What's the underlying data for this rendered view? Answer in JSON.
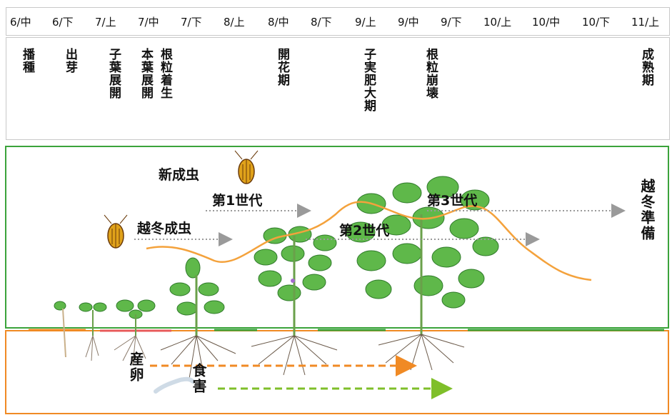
{
  "timeline": {
    "months": [
      "6/中",
      "6/下",
      "7/上",
      "7/中",
      "7/下",
      "8/上",
      "8/中",
      "8/下",
      "9/上",
      "9/中",
      "9/下",
      "10/上",
      "10/中",
      "10/下",
      "11/上"
    ]
  },
  "stages": [
    {
      "id": "sowing",
      "label": "播種"
    },
    {
      "id": "emergence",
      "label": "出芽"
    },
    {
      "id": "cotyledon",
      "label": "子葉展開"
    },
    {
      "id": "true-leaf",
      "label": "本葉展開"
    },
    {
      "id": "nodule-form",
      "label": "根粒着生"
    },
    {
      "id": "flowering",
      "label": "開花期"
    },
    {
      "id": "pod-fill",
      "label": "子実肥大期"
    },
    {
      "id": "nodule-collapse",
      "label": "根粒崩壊"
    },
    {
      "id": "maturity",
      "label": "成熟期"
    }
  ],
  "labels": {
    "new_adult": "新成虫",
    "overwinter_adult": "越冬成虫",
    "gen1": "第1世代",
    "gen2": "第2世代",
    "gen3": "第3世代",
    "overwinter_prep": "越冬準備",
    "oviposition": "産卵",
    "feeding_damage": "食害"
  },
  "colors": {
    "above_border": "#3ba33b",
    "below_border": "#f08a24",
    "curve": "#f4a23c",
    "arrow_gray": "#9a9a9a",
    "larva_arrow": "#7fbf2a",
    "egg_arrow": "#f08a24",
    "beetle": "#e0a21a"
  }
}
